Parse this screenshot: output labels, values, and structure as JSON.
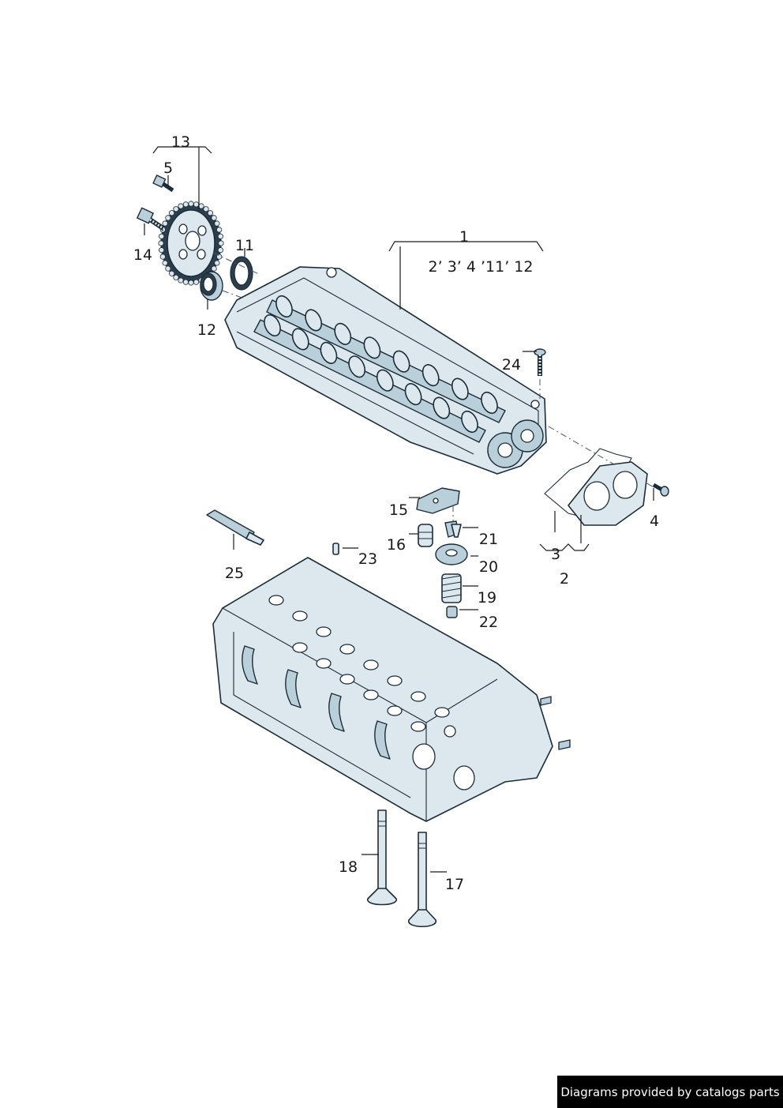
{
  "callouts": [
    {
      "id": "c1",
      "text": "1"
    },
    {
      "id": "c1sub",
      "text": "2’ 3’ 4 ’11’ 12"
    },
    {
      "id": "c2",
      "text": "2"
    },
    {
      "id": "c3",
      "text": "3"
    },
    {
      "id": "c4",
      "text": "4"
    },
    {
      "id": "c5",
      "text": "5"
    },
    {
      "id": "c11",
      "text": "11"
    },
    {
      "id": "c12",
      "text": "12"
    },
    {
      "id": "c13",
      "text": "13"
    },
    {
      "id": "c14",
      "text": "14"
    },
    {
      "id": "c15",
      "text": "15"
    },
    {
      "id": "c16",
      "text": "16"
    },
    {
      "id": "c17",
      "text": "17"
    },
    {
      "id": "c18",
      "text": "18"
    },
    {
      "id": "c19",
      "text": "19"
    },
    {
      "id": "c20",
      "text": "20"
    },
    {
      "id": "c21",
      "text": "21"
    },
    {
      "id": "c22",
      "text": "22"
    },
    {
      "id": "c23",
      "text": "23"
    },
    {
      "id": "c24",
      "text": "24"
    },
    {
      "id": "c25",
      "text": "25"
    }
  ],
  "footer": {
    "text": "Diagrams provided by catalogs parts"
  },
  "colors": {
    "part_fill": "#dce8ee",
    "outline": "#1c2c38",
    "footer_bg": "#000000"
  }
}
